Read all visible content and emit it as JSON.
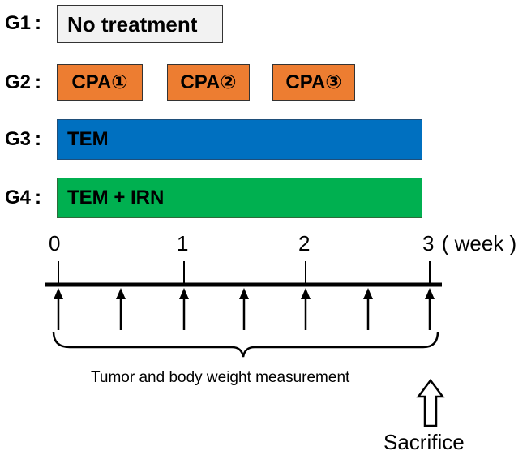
{
  "groups": {
    "g1": {
      "label": "G1",
      "sep": ":",
      "treatment": "No treatment"
    },
    "g2": {
      "label": "G2",
      "sep": ":",
      "treatments": [
        "CPA①",
        "CPA②",
        "CPA③"
      ]
    },
    "g3": {
      "label": "G3",
      "sep": ":",
      "treatment": "TEM"
    },
    "g4": {
      "label": "G4",
      "sep": ":",
      "treatment": "TEM + IRN"
    }
  },
  "colors": {
    "g1": "#f2f2f2",
    "cpa": "#ed7d31",
    "tem": "#0070c0",
    "tem_irn": "#00b050"
  },
  "timeline": {
    "ticks": [
      "0",
      "1",
      "2",
      "3"
    ],
    "unit": "( week )",
    "measurement_label": "Tumor and body weight measurement",
    "sacrifice_label": "Sacrifice"
  }
}
